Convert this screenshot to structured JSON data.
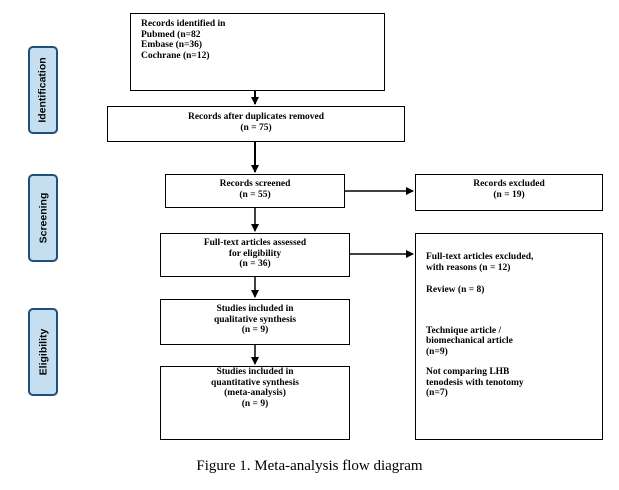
{
  "phases": {
    "identification": "Identification",
    "screening": "Screening",
    "eligibility": "Eligibility"
  },
  "boxes": {
    "identified": {
      "lines": [
        "Records identified in",
        "Pubmed (n=82",
        "Embase (n=36)",
        "Cochrane (n=12)"
      ]
    },
    "after_duplicates": {
      "lines": [
        "Records after duplicates removed",
        "(n = 75)"
      ]
    },
    "screened": {
      "lines": [
        "Records screened",
        "(n = 55)"
      ]
    },
    "excluded": {
      "lines": [
        "Records excluded",
        "(n = 19)"
      ]
    },
    "fulltext_assessed": {
      "lines": [
        "Full-text articles assessed",
        "for eligibility",
        "(n = 36)"
      ]
    },
    "fulltext_excluded": {
      "lines": [
        "Full-text articles excluded,",
        "with reasons (n = 12)",
        "Review (n = 8)",
        "Technique article /",
        "biomechanical article",
        "(n=9)",
        "Not comparing LHB",
        "tenodesis with tenotomy",
        "(n=7)"
      ]
    },
    "qualitative": {
      "lines": [
        "Studies included in",
        "qualitative synthesis",
        "(n = 9)"
      ]
    },
    "quantitative": {
      "lines": [
        "Studies included in",
        "quantitative synthesis",
        "(meta-analysis)",
        "(n = 9)"
      ]
    }
  },
  "caption": "Figure 1. Meta-analysis flow diagram"
}
